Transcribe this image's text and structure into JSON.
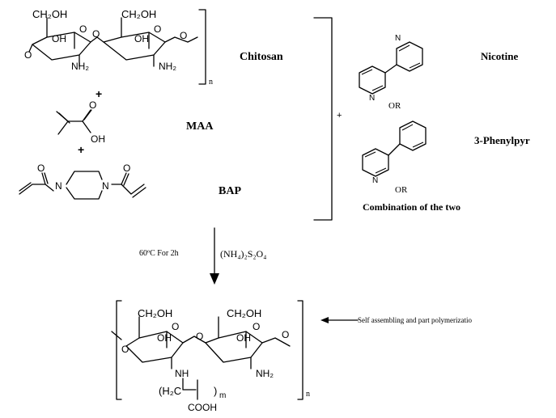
{
  "reactants": {
    "chitosan": {
      "name": "Chitosan",
      "ch2oh": "CH₂OH",
      "oh": "OH",
      "nh2": "NH₂",
      "o": "O",
      "repeat": "n"
    },
    "plus": "+",
    "maa": {
      "name": "MAA",
      "oh": "OH",
      "o": "O"
    },
    "bap": {
      "name": "BAP",
      "n": "N",
      "o": "O"
    }
  },
  "templates": {
    "plus": "+",
    "nicotine": {
      "name": "Nicotine",
      "n": "N"
    },
    "or1": "OR",
    "phenylpyridine": {
      "name": "3-Phenylpyr",
      "n": "N"
    },
    "or2": "OR",
    "combination": "Combination of the two"
  },
  "conditions": {
    "temp_time": "60ºC For 2h",
    "initiator": "(NH₄)₂S₂O₄"
  },
  "product": {
    "ch2oh": "CH₂OH",
    "oh": "OH",
    "nh": "NH",
    "nh2": "NH₂",
    "o": "O",
    "side_chain": "(H₂C",
    "side_chain_end": ")",
    "m": "m",
    "cooh": "COOH",
    "repeat": "n"
  },
  "annotation": "Self assembling and part polymerizatio"
}
